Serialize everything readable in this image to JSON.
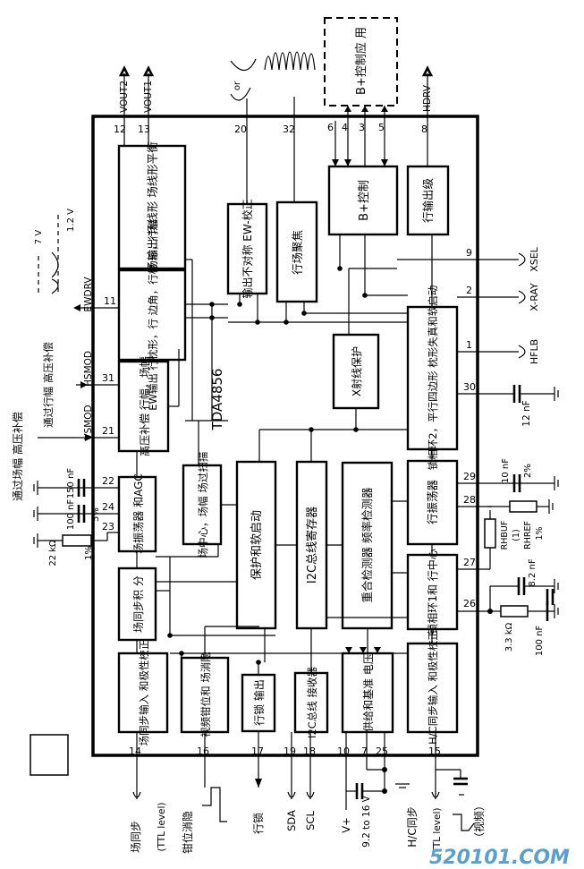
{
  "chip": {
    "name": "TDA4856"
  },
  "watermark": "520101.COM",
  "blocks": {
    "vout": "场输出 场线形 场线形平衡",
    "ew_out": "EW输出 行枕形，行 边角，行梯 形，行幅",
    "hsize_comp": "高压补偿 行幅，场幅",
    "vosc": "场振荡器 和AGC",
    "vsync_int": "场同步积 分",
    "vsync_in": "场同步输入 和极性校正",
    "clamp": "视频钳位和 场消隐",
    "vcenter": "场中心，场幅 场过扫描",
    "hlock_out": "行锁 输出",
    "asym": "输出不对称 EW-校正",
    "hfocus": "行场聚焦",
    "protect": "保护和软启动",
    "i2c_reg": "I2C总线寄存器",
    "i2c_rx": "I2C总线 接收器",
    "supply": "供给和基准 电压",
    "coinc": "重合检测器 频率检测器",
    "xray": "X射线保护",
    "pll2": "锁相环2，平行四边形 枕形失真和软启动",
    "hosc": "行振荡器",
    "pll1": "锁相环1和 行中心",
    "hvsync_in": "H/C同步输入 和极性校正",
    "bplus_ctrl": "B+控制",
    "hout": "行输出级",
    "bplus_app": "B+控制应 用"
  },
  "pins": {
    "p1": "1",
    "p2": "2",
    "p3": "3",
    "p4": "4",
    "p5": "5",
    "p6": "6",
    "p7": "7",
    "p8": "8",
    "p9": "9",
    "p10": "10",
    "p11": "11",
    "p12": "12",
    "p13": "13",
    "p14": "14",
    "p15": "15",
    "p16": "16",
    "p17": "17",
    "p18": "18",
    "p19": "19",
    "p20": "20",
    "p21": "21",
    "p22": "22",
    "p23": "23",
    "p24": "24",
    "p25": "25",
    "p26": "26",
    "p27": "27",
    "p28": "28",
    "p29": "29",
    "p30": "30",
    "p31": "31",
    "p32": "32"
  },
  "signals": {
    "vout2": "VOUT2",
    "vout1": "VOUT1",
    "hdrv": "HDRV",
    "ewdrv": "EWDRV",
    "hsmod": "HSMOD",
    "vsmod": "VSMOD",
    "xsel": "XSEL",
    "xray": "X-RAY",
    "hflb": "HFLB",
    "vsync": "场同步",
    "ttl1": "(TTL level)",
    "clamp_blank": "钳位消隐",
    "hlock": "行锁",
    "sda": "SDA",
    "scl": "SCL",
    "vplus": "V+",
    "vrange": "9.2 to 16 V",
    "hvsync": "H/C同步",
    "ttl2": "(TTL level)",
    "video": "（视频）",
    "via_hsize": "通过行幅 高压补偿",
    "via_vsize": "通过场幅 高压补偿",
    "or": "or",
    "v7": "7 V",
    "v12": "1.2 V"
  },
  "components": {
    "c150": "150 nF",
    "c100a": "100 nF",
    "pct5": "5%",
    "r22k": "22 kΩ",
    "pct1a": "1%",
    "c12n": "12 nF",
    "c10n": "10 nF",
    "pct2": "2%",
    "rhbuf": "RHBUF",
    "rhref": "RHREF",
    "one": "(1)",
    "pct1b": "1%",
    "c82n": "8.2 nF",
    "r33k": "3.3 kΩ",
    "c100b": "100 nF"
  }
}
